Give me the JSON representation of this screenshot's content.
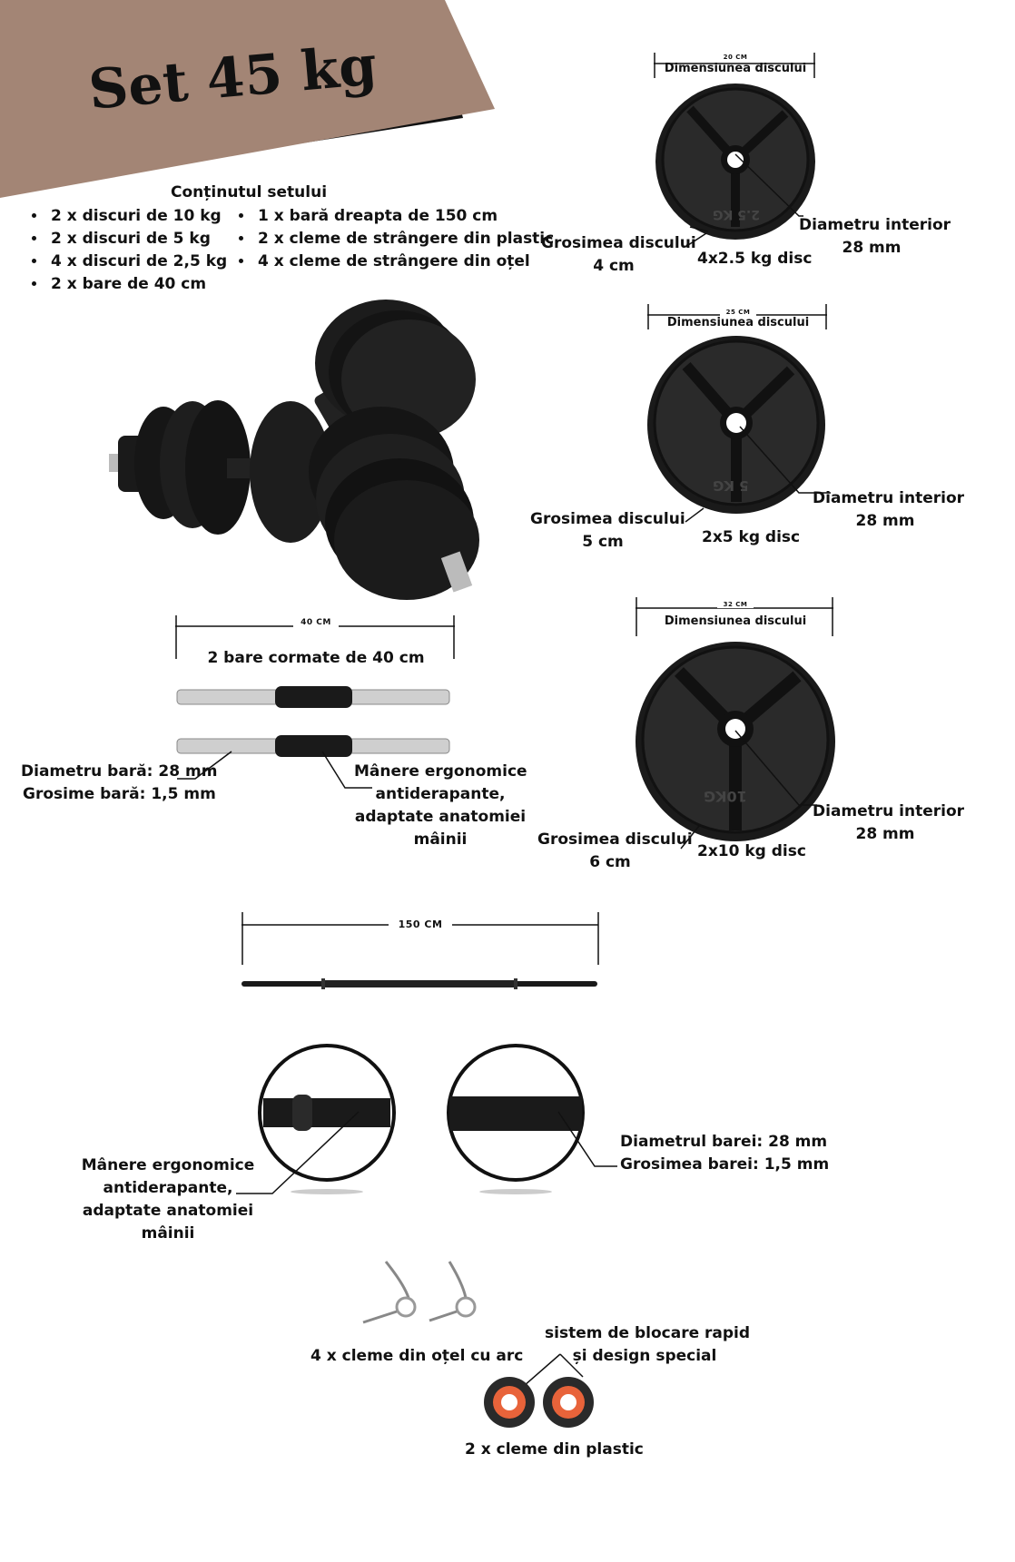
{
  "title": "Set 45 kg",
  "contents": {
    "heading": "Conținutul setului",
    "col1": [
      "2 x discuri de 10 kg",
      "2 x discuri de 5 kg",
      "4 x discuri de 2,5 kg",
      "2 x bare de 40 cm"
    ],
    "col2": [
      "1 x bară dreapta de 150 cm",
      "2 x cleme de strângere din plastic",
      "4 x cleme de strângere din oțel"
    ]
  },
  "disc_small": {
    "dim_value": "20 CM",
    "dim_label": "Dimensiunea discului",
    "plate_text": "2.5 KG",
    "thickness_label": "Grosimea discului",
    "thickness_value": "4 cm",
    "disc_label": "4x2.5 kg disc",
    "inner_label": "Diametru interior",
    "inner_value": "28 mm"
  },
  "disc_medium": {
    "dim_value": "25 CM",
    "dim_label": "Dimensiunea discului",
    "plate_text": "5 KG",
    "thickness_label": "Grosimea discului",
    "thickness_value": "5 cm",
    "disc_label": "2x5 kg disc",
    "inner_label": "Diametru interior",
    "inner_value": "28 mm"
  },
  "disc_large": {
    "dim_value": "32 CM",
    "dim_label": "Dimensiunea discului",
    "plate_text": "10KG",
    "thickness_label": "Grosimea discului",
    "thickness_value": "6 cm",
    "disc_label": "2x10 kg disc",
    "inner_label": "Diametru interior",
    "inner_value": "28 mm"
  },
  "short_bars": {
    "dim_value": "40 CM",
    "title": "2 bare cormate de 40 cm",
    "diameter": "Diametru bară: 28 mm",
    "thickness": "Grosime bară: 1,5 mm",
    "grip_lines": [
      "Mânere ergonomice",
      "antiderapante,",
      "adaptate anatomiei",
      "mâinii"
    ]
  },
  "long_bar": {
    "dim_value": "150 CM"
  },
  "details": {
    "grip_lines": [
      "Mânere ergonomice",
      "antiderapante,",
      "adaptate anatomiei",
      "mâinii"
    ],
    "diameter": "Diametrul barei: 28 mm",
    "thickness": "Grosimea barei: 1,5 mm"
  },
  "clamps": {
    "steel_label": "4 x cleme din oțel cu arc",
    "lock_lines": [
      "sistem de blocare rapid",
      "și design special"
    ],
    "plastic_label": "2 x cleme din plastic"
  },
  "colors": {
    "banner": "#a38575",
    "clamp_orange": "#e8633a",
    "plate": "#1a1a1a"
  }
}
